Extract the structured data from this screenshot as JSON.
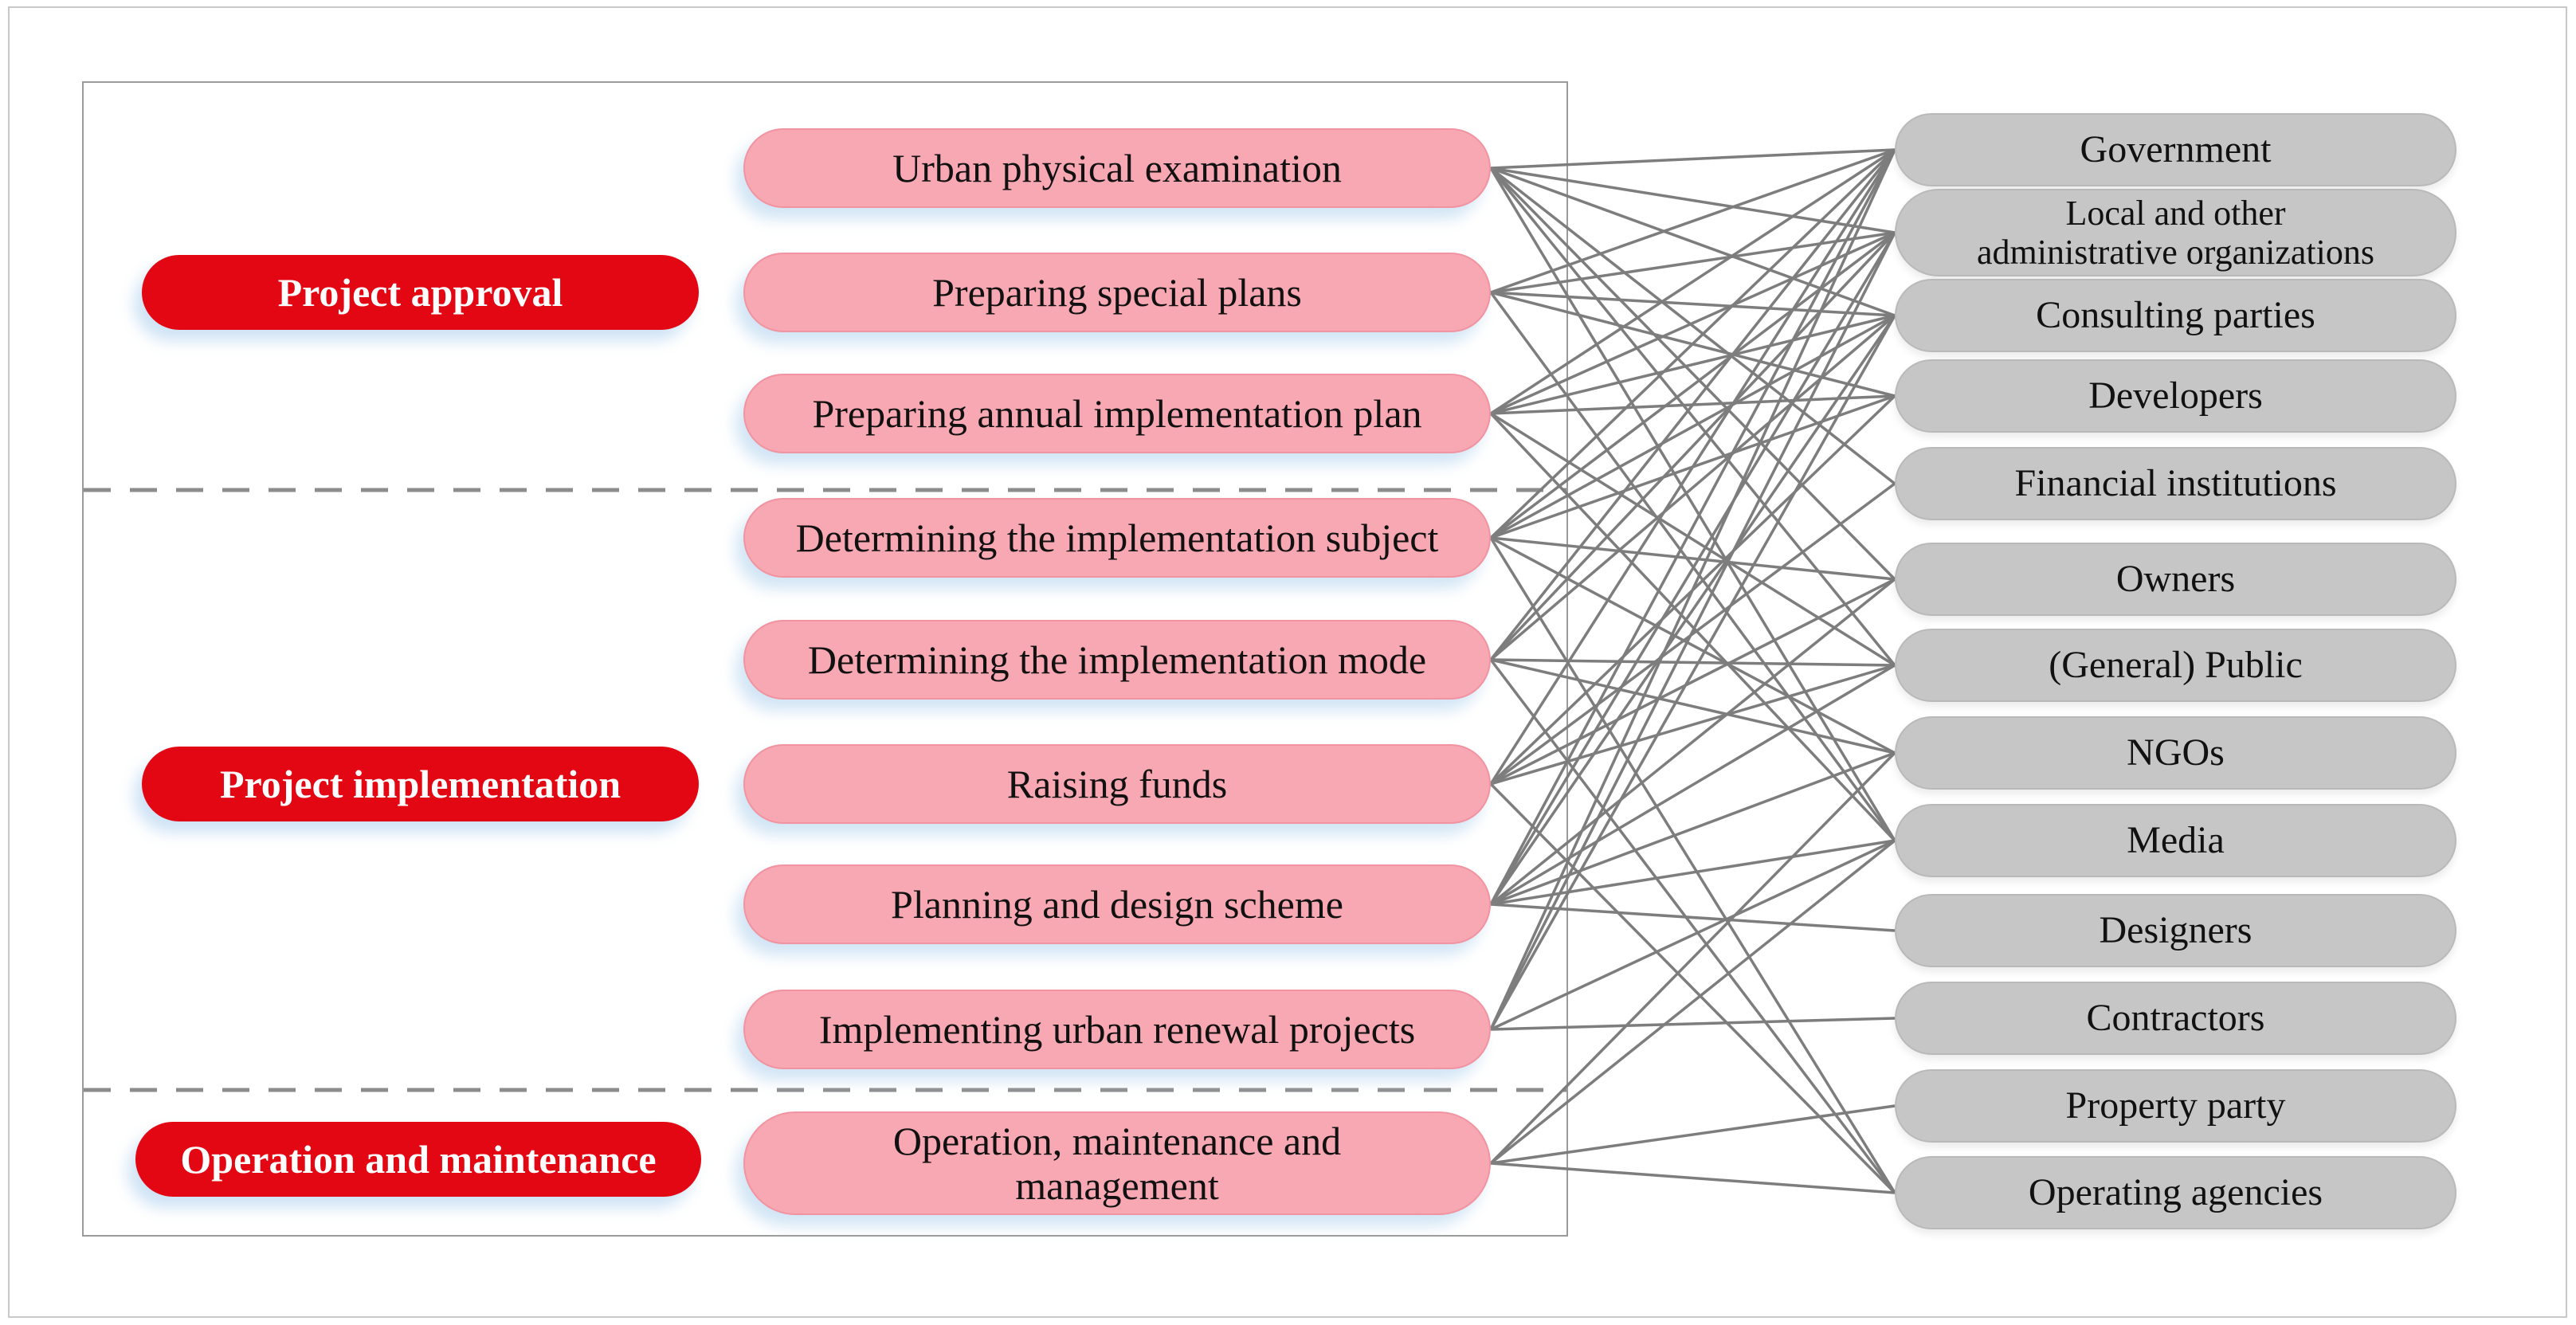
{
  "diagram": {
    "stages": [
      {
        "id": "project-approval",
        "label": "Project approval"
      },
      {
        "id": "project-implementation",
        "label": "Project implementation"
      },
      {
        "id": "operation-and-maintenance",
        "label": "Operation and maintenance"
      }
    ],
    "tasks": [
      {
        "id": "urban-physical-examination",
        "label": "Urban physical examination"
      },
      {
        "id": "preparing-special-plans",
        "label": "Preparing special plans"
      },
      {
        "id": "preparing-annual-implementation-plan",
        "label": "Preparing annual implementation plan"
      },
      {
        "id": "determining-the-implementation-subject",
        "label": "Determining the implementation subject"
      },
      {
        "id": "determining-the-implementation-mode",
        "label": "Determining the implementation mode"
      },
      {
        "id": "raising-funds",
        "label": "Raising funds"
      },
      {
        "id": "planning-and-design-scheme",
        "label": "Planning and design scheme"
      },
      {
        "id": "implementing-urban-renewal-projects",
        "label": "Implementing urban renewal projects"
      },
      {
        "id": "operation-maintenance-and-management",
        "label": "Operation, maintenance and\nmanagement"
      }
    ],
    "stakeholders": [
      {
        "id": "government",
        "label": "Government"
      },
      {
        "id": "local-and-other-administrative-organizations",
        "label": "Local and other\nadministrative organizations"
      },
      {
        "id": "consulting-parties",
        "label": "Consulting parties"
      },
      {
        "id": "developers",
        "label": "Developers"
      },
      {
        "id": "financial-institutions",
        "label": "Financial institutions"
      },
      {
        "id": "owners",
        "label": "Owners"
      },
      {
        "id": "general-public",
        "label": "(General) Public"
      },
      {
        "id": "ngos",
        "label": "NGOs"
      },
      {
        "id": "media",
        "label": "Media"
      },
      {
        "id": "designers",
        "label": "Designers"
      },
      {
        "id": "contractors",
        "label": "Contractors"
      },
      {
        "id": "property-party",
        "label": "Property party"
      },
      {
        "id": "operating-agencies",
        "label": "Operating agencies"
      }
    ],
    "edges": [
      {
        "task": 0,
        "stakeholder": 0
      },
      {
        "task": 0,
        "stakeholder": 1
      },
      {
        "task": 0,
        "stakeholder": 2
      },
      {
        "task": 0,
        "stakeholder": 4
      },
      {
        "task": 0,
        "stakeholder": 5
      },
      {
        "task": 0,
        "stakeholder": 6
      },
      {
        "task": 0,
        "stakeholder": 8
      },
      {
        "task": 1,
        "stakeholder": 0
      },
      {
        "task": 1,
        "stakeholder": 1
      },
      {
        "task": 1,
        "stakeholder": 2
      },
      {
        "task": 1,
        "stakeholder": 3
      },
      {
        "task": 1,
        "stakeholder": 8
      },
      {
        "task": 2,
        "stakeholder": 0
      },
      {
        "task": 2,
        "stakeholder": 1
      },
      {
        "task": 2,
        "stakeholder": 2
      },
      {
        "task": 2,
        "stakeholder": 3
      },
      {
        "task": 2,
        "stakeholder": 6
      },
      {
        "task": 2,
        "stakeholder": 8
      },
      {
        "task": 3,
        "stakeholder": 0
      },
      {
        "task": 3,
        "stakeholder": 1
      },
      {
        "task": 3,
        "stakeholder": 2
      },
      {
        "task": 3,
        "stakeholder": 3
      },
      {
        "task": 3,
        "stakeholder": 5
      },
      {
        "task": 3,
        "stakeholder": 7
      },
      {
        "task": 3,
        "stakeholder": 12
      },
      {
        "task": 4,
        "stakeholder": 0
      },
      {
        "task": 4,
        "stakeholder": 1
      },
      {
        "task": 4,
        "stakeholder": 2
      },
      {
        "task": 4,
        "stakeholder": 6
      },
      {
        "task": 4,
        "stakeholder": 7
      },
      {
        "task": 4,
        "stakeholder": 12
      },
      {
        "task": 5,
        "stakeholder": 0
      },
      {
        "task": 5,
        "stakeholder": 3
      },
      {
        "task": 5,
        "stakeholder": 4
      },
      {
        "task": 5,
        "stakeholder": 5
      },
      {
        "task": 5,
        "stakeholder": 6
      },
      {
        "task": 5,
        "stakeholder": 12
      },
      {
        "task": 6,
        "stakeholder": 0
      },
      {
        "task": 6,
        "stakeholder": 1
      },
      {
        "task": 6,
        "stakeholder": 2
      },
      {
        "task": 6,
        "stakeholder": 5
      },
      {
        "task": 6,
        "stakeholder": 6
      },
      {
        "task": 6,
        "stakeholder": 7
      },
      {
        "task": 6,
        "stakeholder": 8
      },
      {
        "task": 6,
        "stakeholder": 9
      },
      {
        "task": 7,
        "stakeholder": 0
      },
      {
        "task": 7,
        "stakeholder": 1
      },
      {
        "task": 7,
        "stakeholder": 2
      },
      {
        "task": 7,
        "stakeholder": 8
      },
      {
        "task": 7,
        "stakeholder": 10
      },
      {
        "task": 8,
        "stakeholder": 7
      },
      {
        "task": 8,
        "stakeholder": 8
      },
      {
        "task": 8,
        "stakeholder": 11
      },
      {
        "task": 8,
        "stakeholder": 12
      }
    ],
    "colors": {
      "stage_fill": "#e30713",
      "task_fill": "#f8a8b2",
      "task_border": "#f193a0",
      "stakeholder_fill": "#c6c6c6",
      "stakeholder_border": "#b9b9b9",
      "line": "#7d7d7d",
      "frame": "#9a9a9a",
      "outer_frame": "#c9c9c9"
    }
  }
}
